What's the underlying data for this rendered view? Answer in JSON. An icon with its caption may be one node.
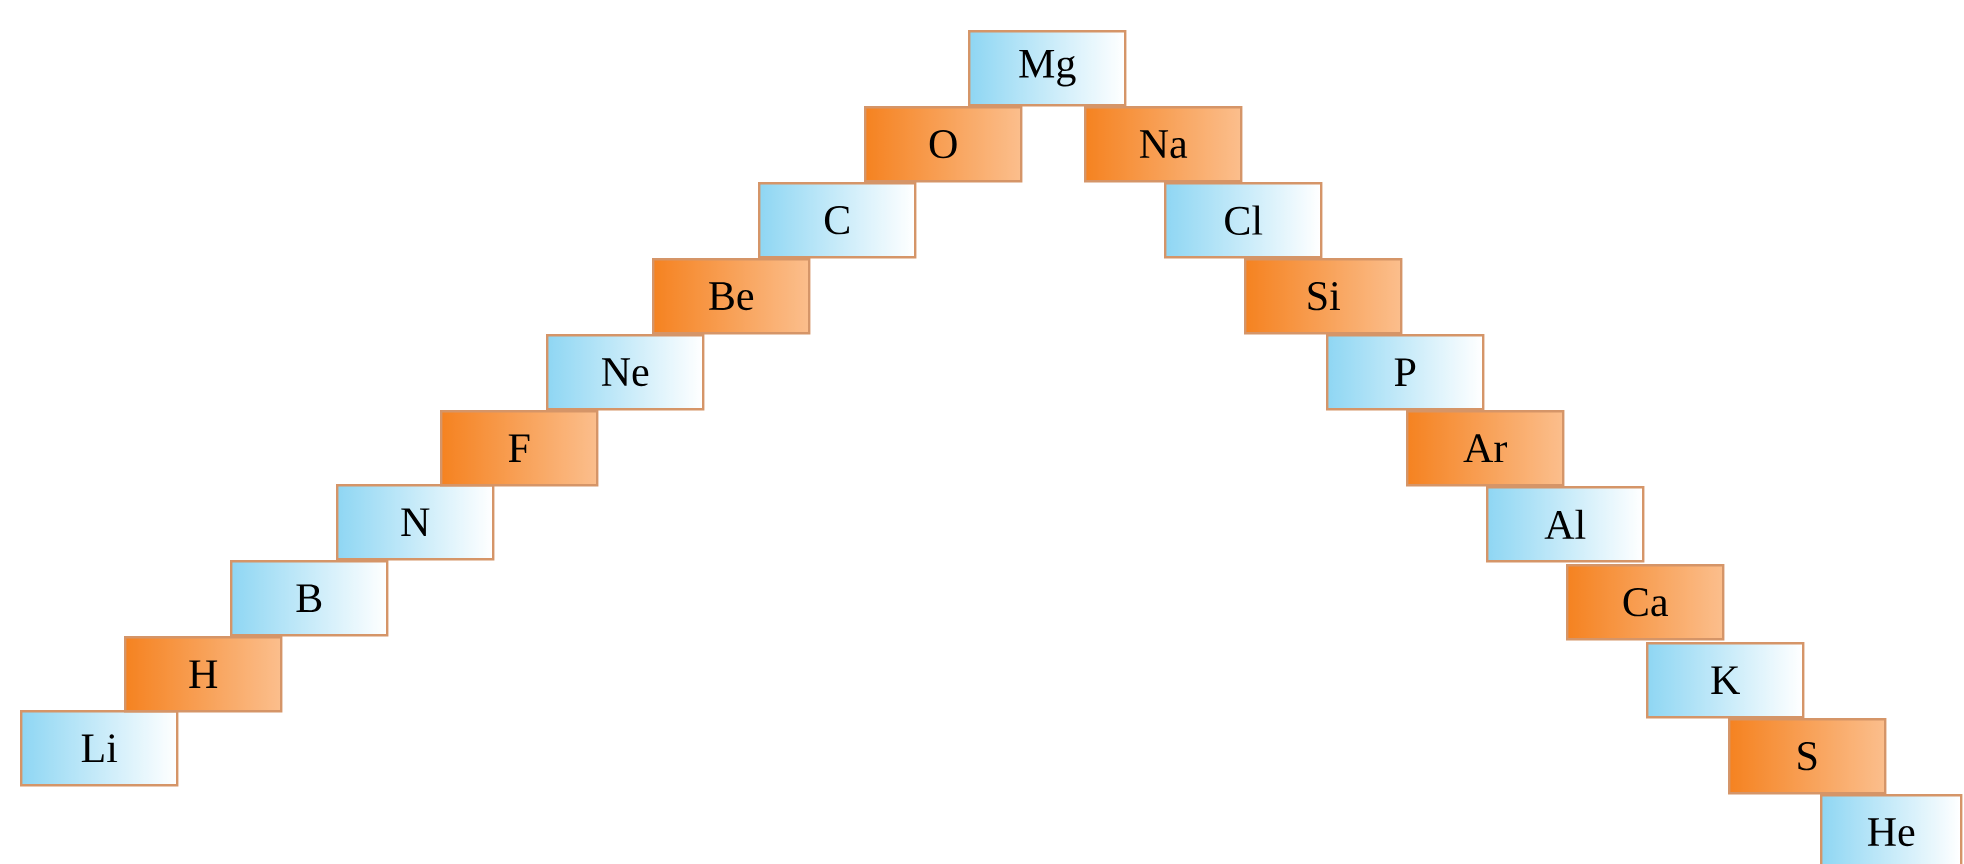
{
  "diagram": {
    "nodes": [
      {
        "text": [
          "Li"
        ]
      },
      {
        "text": [
          "H"
        ]
      },
      {
        "text": [
          "B"
        ]
      },
      {
        "text": [
          "N"
        ]
      },
      {
        "text": [
          "F"
        ]
      },
      {
        "text": [
          "Ne"
        ]
      },
      {
        "text": [
          "Be"
        ]
      },
      {
        "text": [
          "C"
        ]
      },
      {
        "text": [
          "O"
        ]
      },
      {
        "text": [
          "Mg"
        ]
      },
      {
        "text": [
          "Na"
        ]
      },
      {
        "text": [
          "Cl"
        ]
      },
      {
        "text": [
          "Si"
        ]
      },
      {
        "text": [
          "P"
        ]
      },
      {
        "text": [
          "Ar"
        ]
      },
      {
        "text": [
          "Al"
        ]
      },
      {
        "text": [
          "Ca"
        ]
      },
      {
        "text": [
          "K"
        ]
      },
      {
        "text": [
          "S"
        ]
      },
      {
        "text": [
          "He"
        ]
      }
    ]
  }
}
